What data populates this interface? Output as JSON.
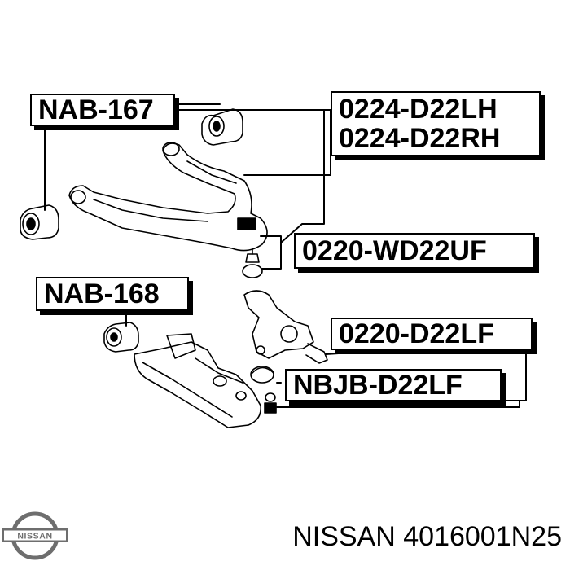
{
  "labels": {
    "nab167": "NAB-167",
    "d22lh": "0224-D22LH",
    "d22rh": "0224-D22RH",
    "wd22uf": "0220-WD22UF",
    "nab168": "NAB-168",
    "d22lf": "0220-D22LF",
    "nbjb": "NBJB-D22LF"
  },
  "footer": {
    "brand": "NISSAN",
    "part_number": "4016001N25"
  },
  "logo": {
    "text": "NISSAN",
    "icon": "nissan-logo-icon"
  }
}
